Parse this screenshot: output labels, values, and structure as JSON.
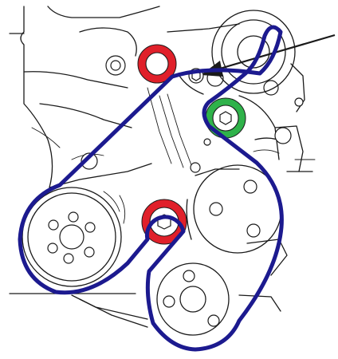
{
  "colors": {
    "line": "#1a1a1a",
    "background": "#ffffff",
    "belt": "#1c1a8f",
    "idler_red": "#e0202a",
    "tensioner_green": "#2fb24a"
  },
  "icons": {
    "pointer": "arrow-pointer-icon",
    "bolt": "hex-bolt-icon"
  },
  "belt": {
    "routing": [
      "crankshaft-pulley",
      "lower-red-idler",
      "alternator-pulley",
      "power-steering-pulley",
      "green-tensioner",
      "upper-right-pulley",
      "upper-red-idler"
    ]
  },
  "pulleys": [
    {
      "id": "upper-red-idler",
      "color": "idler_red"
    },
    {
      "id": "green-tensioner",
      "color": "tensioner_green"
    },
    {
      "id": "lower-red-idler",
      "color": "idler_red"
    },
    {
      "id": "crankshaft-pulley",
      "color": "line"
    },
    {
      "id": "power-steering-pulley",
      "color": "line"
    },
    {
      "id": "alternator-pulley",
      "color": "line"
    },
    {
      "id": "upper-right-pulley",
      "color": "line"
    }
  ]
}
